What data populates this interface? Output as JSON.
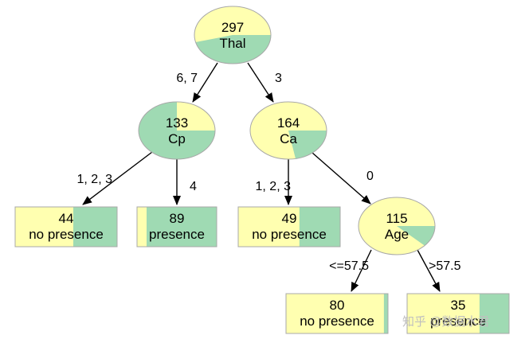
{
  "colors": {
    "yellow": "#ffffb0",
    "green": "#9fdab3",
    "border": "#a8a8a8",
    "edge": "#000000"
  },
  "nodes": [
    {
      "id": "thal",
      "shape": "ellipse",
      "count": "297",
      "label": "Thal",
      "green_fraction": 0.46
    },
    {
      "id": "cp",
      "shape": "ellipse",
      "count": "133",
      "label": "Cp",
      "green_fraction": 0.75
    },
    {
      "id": "ca",
      "shape": "ellipse",
      "count": "164",
      "label": "Ca",
      "green_fraction": 0.22
    },
    {
      "id": "leaf1",
      "shape": "box",
      "count": "44",
      "label": "no presence",
      "green_fraction": 0.43
    },
    {
      "id": "leaf2",
      "shape": "box",
      "count": "89",
      "label": "presence",
      "green_fraction": 0.88
    },
    {
      "id": "leaf3",
      "shape": "box",
      "count": "49",
      "label": "no presence",
      "green_fraction": 0.4
    },
    {
      "id": "age",
      "shape": "ellipse",
      "count": "115",
      "label": "Age",
      "green_fraction": 0.12
    },
    {
      "id": "leaf4",
      "shape": "box",
      "count": "80",
      "label": "no presence",
      "green_fraction": 0.04
    },
    {
      "id": "leaf5",
      "shape": "box",
      "count": "35",
      "label": "presence",
      "green_fraction": 0.29
    }
  ],
  "edges": [
    {
      "from": "thal",
      "to": "cp",
      "label": "6, 7"
    },
    {
      "from": "thal",
      "to": "ca",
      "label": "3"
    },
    {
      "from": "cp",
      "to": "leaf1",
      "label": "1, 2, 3"
    },
    {
      "from": "cp",
      "to": "leaf2",
      "label": "4"
    },
    {
      "from": "ca",
      "to": "leaf3",
      "label": "1, 2, 3"
    },
    {
      "from": "ca",
      "to": "age",
      "label": "0"
    },
    {
      "from": "age",
      "to": "leaf4",
      "label": "<=57.5"
    },
    {
      "from": "age",
      "to": "leaf5",
      "label": ">57.5"
    }
  ],
  "watermark": "知乎 @数据水君"
}
